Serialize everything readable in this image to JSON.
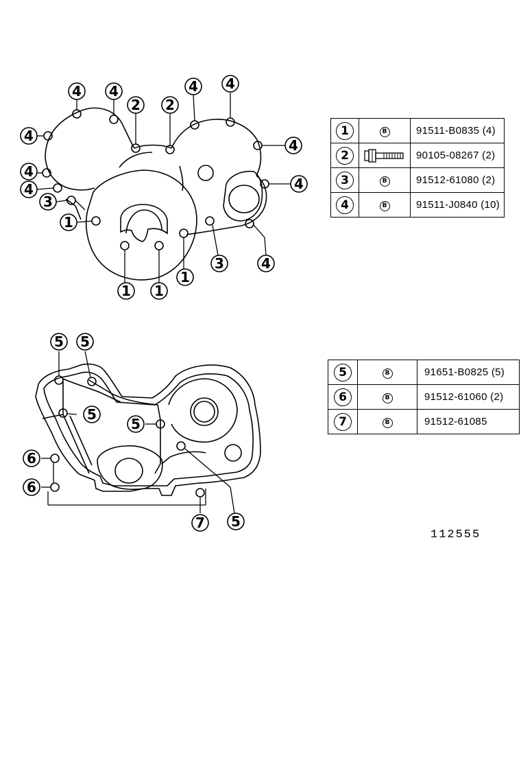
{
  "parts_top": [
    {
      "key": "1",
      "symbol": "B",
      "part_number": "91511-B0835 (4)"
    },
    {
      "key": "2",
      "symbol": "bolt",
      "part_number": "90105-08267 (2)"
    },
    {
      "key": "3",
      "symbol": "B",
      "part_number": "91512-61080 (2)"
    },
    {
      "key": "4",
      "symbol": "B",
      "part_number": "91511-J0840 (10)"
    }
  ],
  "parts_bottom": [
    {
      "key": "5",
      "symbol": "B",
      "part_number": "91651-B0825 (5)"
    },
    {
      "key": "6",
      "symbol": "B",
      "part_number": "91512-61060 (2)"
    },
    {
      "key": "7",
      "symbol": "B",
      "part_number": "91512-61085"
    }
  ],
  "reference_number": "112555",
  "callout_labels": {
    "c1": "1",
    "c2": "2",
    "c3": "3",
    "c4": "4",
    "c5": "5",
    "c6": "6",
    "c7": "7"
  }
}
